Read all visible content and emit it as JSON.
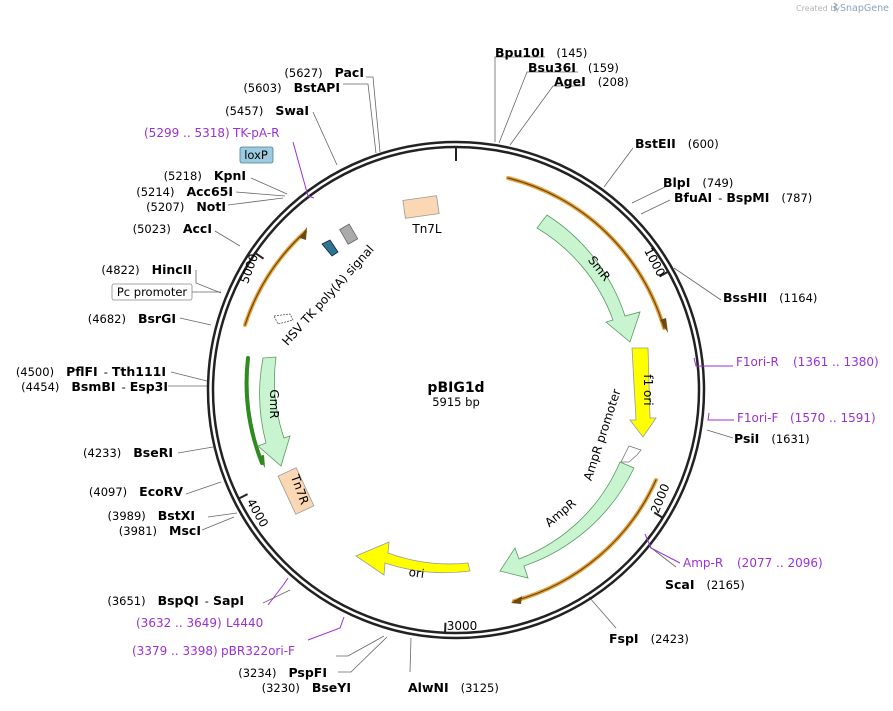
{
  "watermark": {
    "created_by": "Created by",
    "brand": "SnapGene"
  },
  "plasmid": {
    "name": "pBIG1d",
    "size": "5915 bp"
  },
  "colors": {
    "backbone": "#222222",
    "primer": "#9b30d6",
    "rbs_orange": "#e9a23b",
    "arrow_green_fill": "#c8f5cf",
    "arrow_green_stroke": "#5a9a63",
    "yellow_fill": "#ffff00",
    "loxp_fill": "#9ccbe0",
    "tn7_fill": "#fbd7b3",
    "gmr_bar": "#2f8a1f"
  },
  "ticks": [
    {
      "pos": 0,
      "label": ""
    },
    {
      "pos": 1000,
      "label": "1000"
    },
    {
      "pos": 2000,
      "label": "2000"
    },
    {
      "pos": 3000,
      "label": "3000"
    },
    {
      "pos": 4000,
      "label": "4000"
    },
    {
      "pos": 5000,
      "label": "5000"
    }
  ],
  "sites": [
    {
      "name": "Bpu10I",
      "pos": "(145)"
    },
    {
      "name": "Bsu36I",
      "pos": "(159)"
    },
    {
      "name": "AgeI",
      "pos": "(208)"
    },
    {
      "name": "BstEII",
      "pos": "(600)"
    },
    {
      "name": "BlpI",
      "pos": "(749)"
    },
    {
      "name": "BfuAI",
      "sep": "-",
      "name2": "BspMI",
      "pos": "(787)"
    },
    {
      "name": "BssHII",
      "pos": "(1164)"
    },
    {
      "name": "PsiI",
      "pos": "(1631)"
    },
    {
      "name": "ScaI",
      "pos": "(2165)"
    },
    {
      "name": "FspI",
      "pos": "(2423)"
    },
    {
      "name": "AlwNI",
      "pos": "(3125)"
    },
    {
      "name": "BseYI",
      "pos": "(3230)"
    },
    {
      "name": "PspFI",
      "pos": "(3234)"
    },
    {
      "name": "BspQI",
      "sep": "-",
      "name2": "SapI",
      "pos": "(3651)"
    },
    {
      "name": "MscI",
      "pos": "(3981)"
    },
    {
      "name": "BstXI",
      "pos": "(3989)"
    },
    {
      "name": "EcoRV",
      "pos": "(4097)"
    },
    {
      "name": "BseRI",
      "pos": "(4233)"
    },
    {
      "name": "BsmBI",
      "sep": "-",
      "name2": "Esp3I",
      "pos": "(4454)"
    },
    {
      "name": "PflFI",
      "sep": "-",
      "name2": "Tth111I",
      "pos": "(4500)"
    },
    {
      "name": "BsrGI",
      "pos": "(4682)"
    },
    {
      "name": "HincII",
      "pos": "(4822)"
    },
    {
      "name": "AccI",
      "pos": "(5023)"
    },
    {
      "name": "NotI",
      "pos": "(5207)"
    },
    {
      "name": "Acc65I",
      "pos": "(5214)"
    },
    {
      "name": "KpnI",
      "pos": "(5218)"
    },
    {
      "name": "SwaI",
      "pos": "(5457)"
    },
    {
      "name": "BstAPI",
      "pos": "(5603)"
    },
    {
      "name": "PacI",
      "pos": "(5627)"
    }
  ],
  "primers": [
    {
      "name": "F1ori-R",
      "range": "(1361 .. 1380)"
    },
    {
      "name": "F1ori-F",
      "range": "(1570 .. 1591)"
    },
    {
      "name": "Amp-R",
      "range": "(2077 .. 2096)"
    },
    {
      "name": "L4440",
      "range": "(3632 .. 3649)"
    },
    {
      "name": "pBR322ori-F",
      "range": "(3379 .. 3398)"
    },
    {
      "name": "TK-pA-R",
      "range": "(5299 .. 5318)"
    }
  ],
  "features": {
    "smr": "SmR",
    "f1ori": "f1 ori",
    "ampr_promoter": "AmpR promoter",
    "ampr": "AmpR",
    "ori": "ori",
    "gmr": "GmR",
    "tn7r": "Tn7R",
    "tn7l": "Tn7L",
    "hsv": "HSV TK poly(A) signal",
    "loxp": "loxP",
    "pc_promoter": "Pc promoter"
  }
}
